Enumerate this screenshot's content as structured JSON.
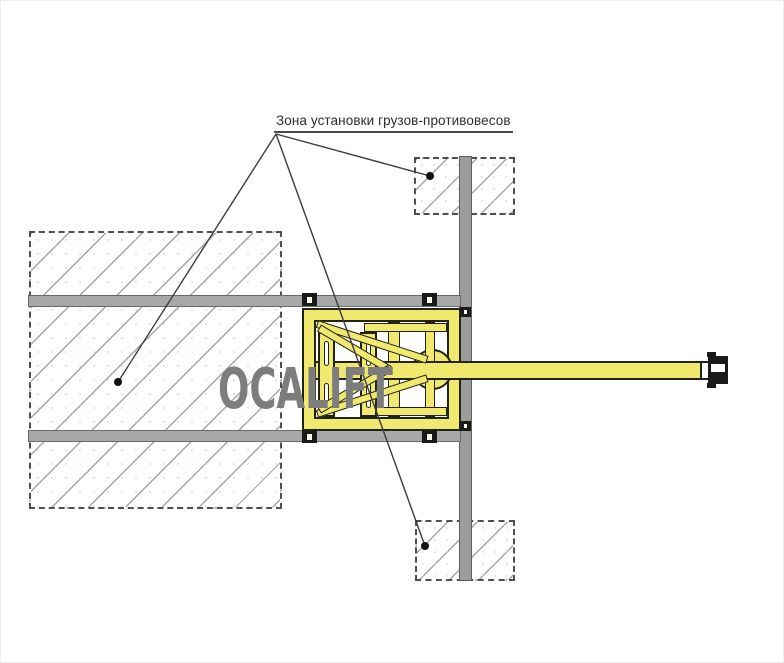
{
  "callout": {
    "label": "Зона установки грузов-противовесов"
  },
  "watermark": {
    "text": "OCALIFT",
    "color": "#7d7d7d"
  },
  "zones": [
    {
      "name": "counterweight-zone-left"
    },
    {
      "name": "counterweight-zone-upper-right"
    },
    {
      "name": "counterweight-zone-lower-right"
    }
  ],
  "colors": {
    "machine_yellow": "#f1e86e",
    "outline_black": "#22221a",
    "beam_gray": "#a8a8a8",
    "wall_gray": "#9d9d9d",
    "hatch_gray": "#a6a6a6",
    "dashed_border_gray": "#4f4f4f",
    "leader_line_gray": "#3d3d3d",
    "watermark_gray": "#7d7d7d"
  }
}
